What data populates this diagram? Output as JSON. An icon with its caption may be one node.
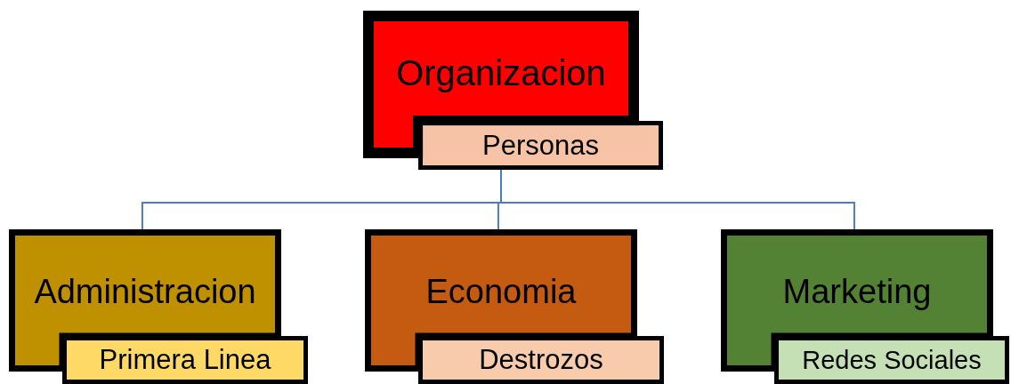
{
  "diagram": {
    "nodes": [
      {
        "text": [
          "Organizacion"
        ]
      },
      {
        "text": [
          "Personas"
        ]
      },
      {
        "text": [
          "Administracion"
        ]
      },
      {
        "text": [
          "Primera Linea"
        ]
      },
      {
        "text": [
          "Economia"
        ]
      },
      {
        "text": [
          "Destrozos"
        ]
      },
      {
        "text": [
          "Marketing"
        ]
      },
      {
        "text": [
          "Redes Sociales"
        ]
      }
    ],
    "edges": [
      {
        "from": 1,
        "to": 2,
        "arrow": "none"
      },
      {
        "from": 1,
        "to": 4,
        "arrow": "none"
      },
      {
        "from": 1,
        "to": 6,
        "arrow": "none"
      }
    ]
  }
}
